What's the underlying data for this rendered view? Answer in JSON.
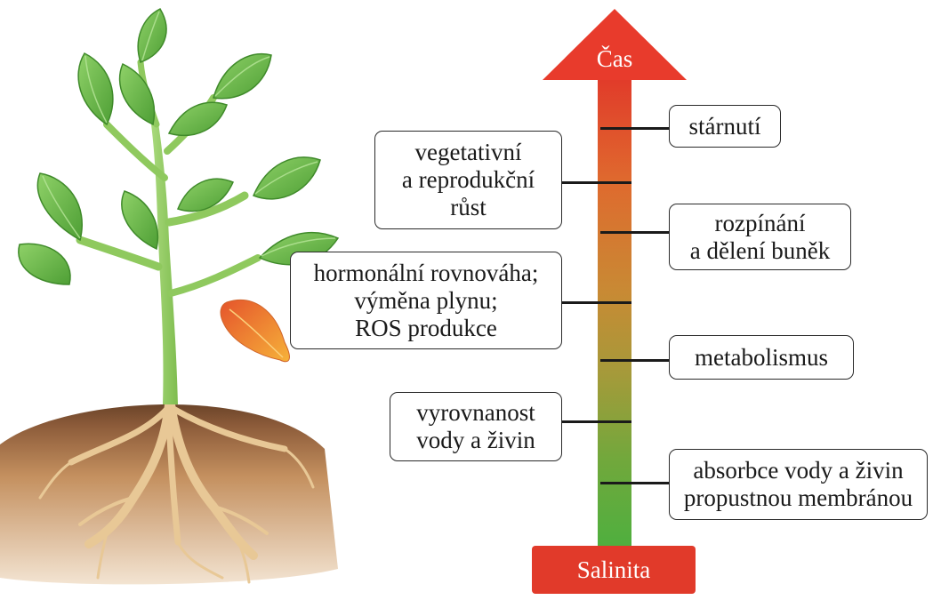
{
  "axis": {
    "time_label": "Čas",
    "salinity_label": "Salinita"
  },
  "left_boxes": [
    {
      "lines": [
        "vegetativní",
        "a reprodukční",
        "růst"
      ]
    },
    {
      "lines": [
        "hormonální rovnováha;",
        "výměna plynu;",
        "ROS produkce"
      ]
    },
    {
      "lines": [
        "vyrovnanost",
        "vody a živin"
      ]
    }
  ],
  "right_boxes": [
    {
      "lines": [
        "stárnutí"
      ]
    },
    {
      "lines": [
        "rozpínání",
        "a dělení buněk"
      ]
    },
    {
      "lines": [
        "metabolismus"
      ]
    },
    {
      "lines": [
        "absorbce vody a živin",
        "propustnou membránou"
      ]
    }
  ],
  "colors": {
    "arrow_top": "#e13a2a",
    "arrow_bottom": "#4bb03f",
    "leaf_green": "#6cbf4a",
    "stem_green": "#9ccf6a",
    "soil_brown": "#b8835a",
    "root": "#e6c48f",
    "autumn_leaf": "#f0891f"
  },
  "illustration": {
    "subject": "plant-with-roots-in-soil"
  }
}
